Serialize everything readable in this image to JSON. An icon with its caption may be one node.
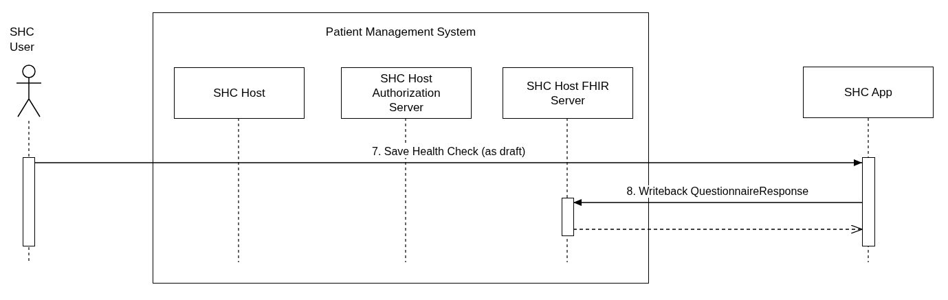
{
  "diagram": {
    "nodes": [
      {
        "text": [
          "Patient Management System"
        ]
      },
      {
        "text": [
          "SHC User"
        ]
      },
      {
        "text": [
          "SHC Host"
        ],
        "in": 0
      },
      {
        "text": [
          "SHC Host Authorization Server"
        ],
        "in": 0
      },
      {
        "text": [
          "SHC Host FHIR Server"
        ],
        "in": 0
      },
      {
        "text": [
          "SHC App"
        ]
      },
      {
        "text": [],
        "shape": "bar"
      },
      {
        "text": [],
        "shape": "bar",
        "in": 0
      },
      {
        "text": [],
        "shape": "bar"
      }
    ],
    "edges": [
      {
        "from": 6,
        "to": 8,
        "arrow": "to",
        "label": "7. Save Health Check (as draft)"
      },
      {
        "from": 8,
        "to": 7,
        "arrow": "to",
        "label": "8. Writeback QuestionnaireResponse"
      },
      {
        "from": 7,
        "to": 8,
        "arrow": "to",
        "style": "dashed"
      }
    ]
  }
}
